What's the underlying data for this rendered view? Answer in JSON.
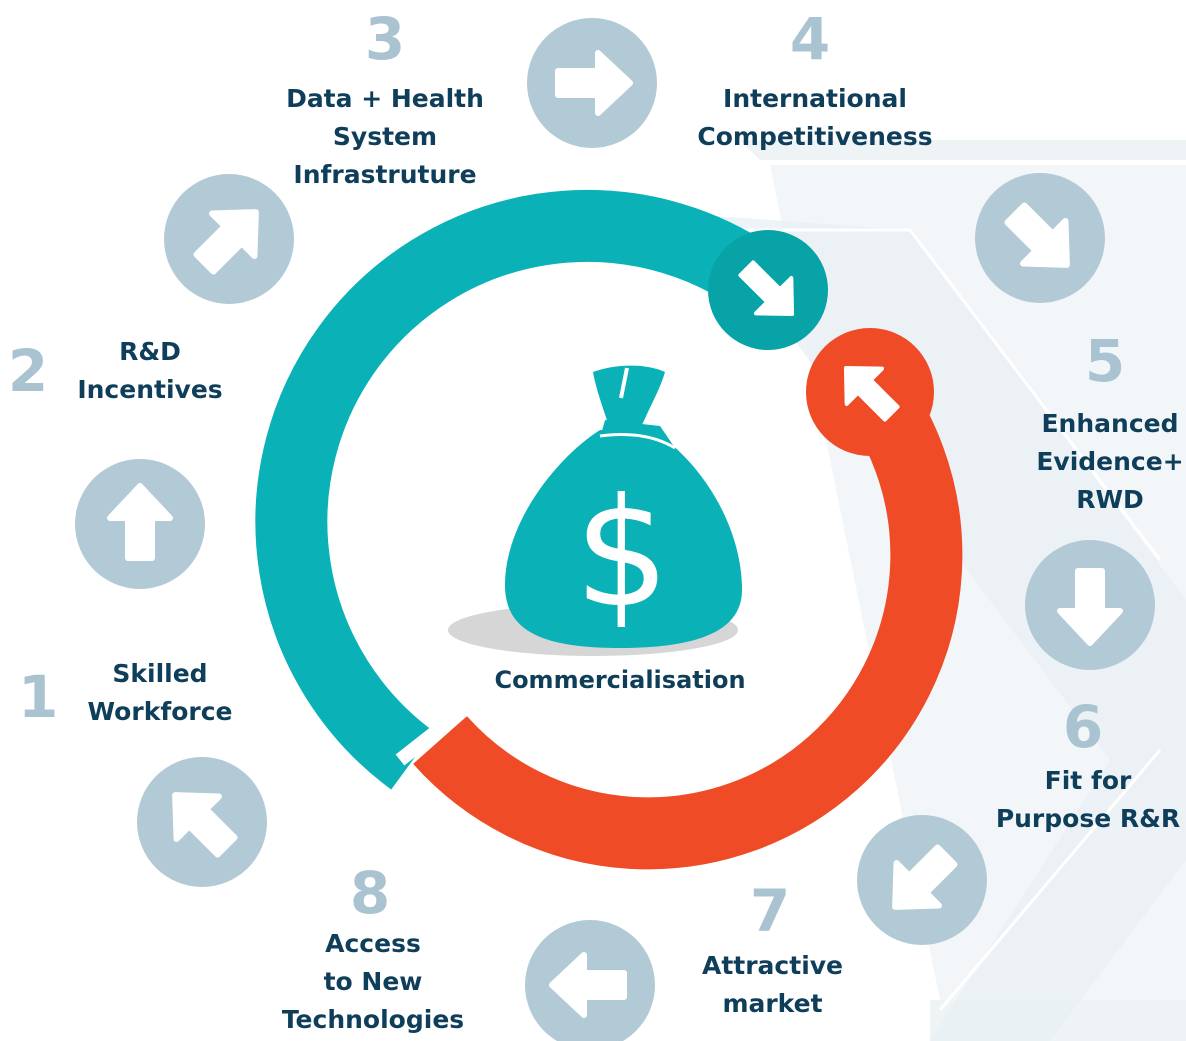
{
  "center": {
    "label": "Commercialisation",
    "symbol": "$"
  },
  "steps": [
    {
      "number": "1",
      "label": "Skilled\nWorkforce"
    },
    {
      "number": "2",
      "label": "R&D\nIncentives"
    },
    {
      "number": "3",
      "label": "Data + Health\nSystem\nInfrastruture"
    },
    {
      "number": "4",
      "label": "International\nCompetitiveness"
    },
    {
      "number": "5",
      "label": "Enhanced\nEvidence+\nRWD"
    },
    {
      "number": "6",
      "label": "Fit for\nPurpose R&R"
    },
    {
      "number": "7",
      "label": "Attractive\nmarket"
    },
    {
      "number": "8",
      "label": "Access\nto New\nTechnologies"
    }
  ],
  "colors": {
    "teal": "#0ab2b7",
    "teal_dark": "#08a3a6",
    "orange": "#ee4b26",
    "arrow_circle": "#b2c9d6",
    "number": "#a9c3d1",
    "text": "#0f3e5a",
    "shadow": "#d6d6d6"
  },
  "icons": {
    "center": "money-bag-icon",
    "arrow_circles": [
      "arrow-up-left-icon",
      "arrow-up-icon",
      "arrow-up-right-icon",
      "arrow-right-icon",
      "arrow-down-right-icon",
      "arrow-down-icon",
      "arrow-down-left-icon",
      "arrow-left-icon"
    ]
  }
}
